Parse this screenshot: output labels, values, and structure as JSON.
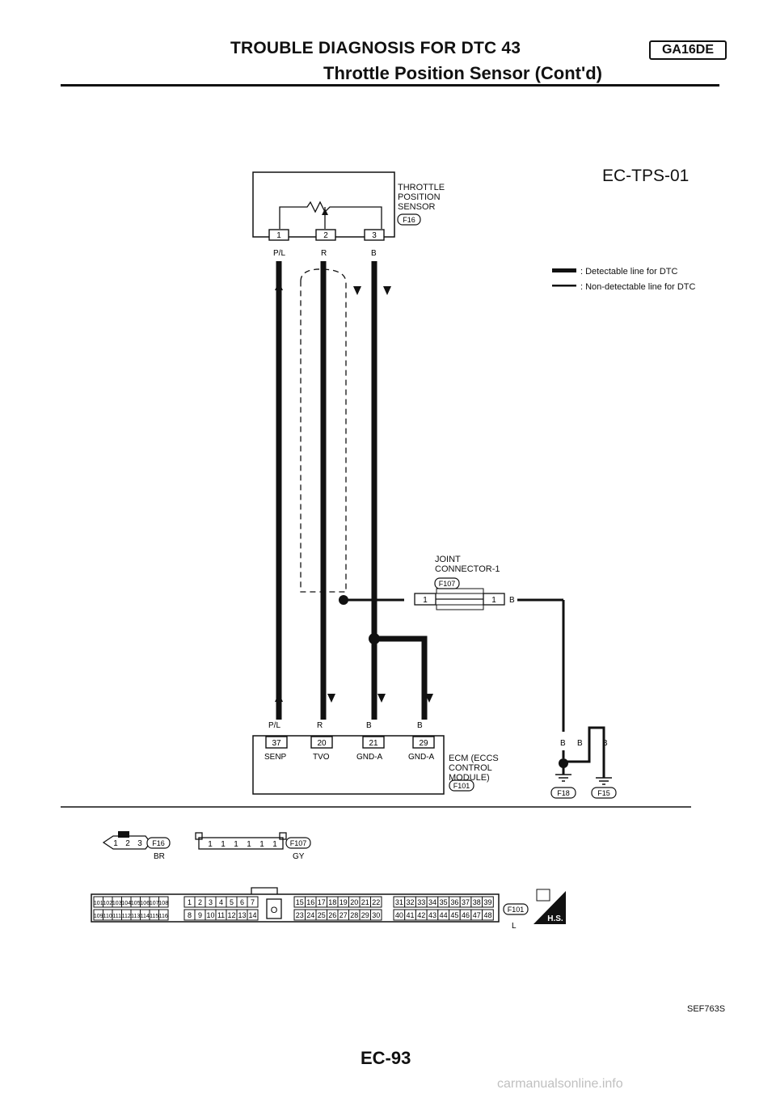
{
  "header": {
    "title": "TROUBLE DIAGNOSIS FOR DTC 43",
    "subtitle": "Throttle Position Sensor (Cont'd)",
    "engine_badge": "GA16DE"
  },
  "diagram": {
    "code": "EC-TPS-01",
    "sensor": {
      "line1": "THROTTLE",
      "line2": "POSITION",
      "line3": "SENSOR",
      "connector": "F16"
    },
    "sensor_pins": [
      "1",
      "2",
      "3"
    ],
    "sensor_wire_colors": [
      "P/L",
      "R",
      "B"
    ],
    "legend": {
      "detectable": ": Detectable line for DTC",
      "non_detectable": ": Non-detectable line for DTC"
    },
    "joint": {
      "line1": "JOINT",
      "line2": "CONNECTOR-1",
      "connector": "F107",
      "pin_left": "1",
      "pin_right": "1",
      "wire": "B"
    },
    "ecm": {
      "line1": "ECM (ECCS",
      "line2": "CONTROL",
      "line3": "MODULE)",
      "connector": "F101"
    },
    "ecm_wire_colors": [
      "P/L",
      "R",
      "B",
      "B"
    ],
    "ecm_pins": [
      "37",
      "20",
      "21",
      "29"
    ],
    "ecm_terminals": [
      "SENP",
      "TVO",
      "GND-A",
      "GND-A"
    ],
    "ground_wires": [
      "B",
      "B",
      "B"
    ],
    "grounds": [
      "F18",
      "F15"
    ]
  },
  "connectors": {
    "c1": {
      "pins": [
        "1",
        "2",
        "3"
      ],
      "id": "F16",
      "color": "BR"
    },
    "c2": {
      "pins": [
        "1",
        "1",
        "1",
        "1",
        "1",
        "1"
      ],
      "id": "F107",
      "color": "GY"
    },
    "ecm_conn": {
      "id": "F101",
      "color": "L",
      "g1_top": [
        "101",
        "102",
        "103",
        "104",
        "105",
        "106",
        "107",
        "108"
      ],
      "g1_bot": [
        "109",
        "110",
        "111",
        "112",
        "113",
        "114",
        "115",
        "116"
      ],
      "g2_top": [
        "1",
        "2",
        "3",
        "4",
        "5",
        "6",
        "7"
      ],
      "g2_bot": [
        "8",
        "9",
        "10",
        "11",
        "12",
        "13",
        "14"
      ],
      "center": "O",
      "g3_top": [
        "15",
        "16",
        "17",
        "18",
        "19",
        "20",
        "21",
        "22"
      ],
      "g3_bot": [
        "23",
        "24",
        "25",
        "26",
        "27",
        "28",
        "29",
        "30"
      ],
      "g4_top": [
        "31",
        "32",
        "33",
        "34",
        "35",
        "36",
        "37",
        "38",
        "39"
      ],
      "g4_bot": [
        "40",
        "41",
        "42",
        "43",
        "44",
        "45",
        "46",
        "47",
        "48"
      ],
      "hs": "H.S."
    }
  },
  "footer": {
    "page": "EC-93",
    "ref": "SEF763S"
  },
  "watermark": "carmanualsonline.info"
}
